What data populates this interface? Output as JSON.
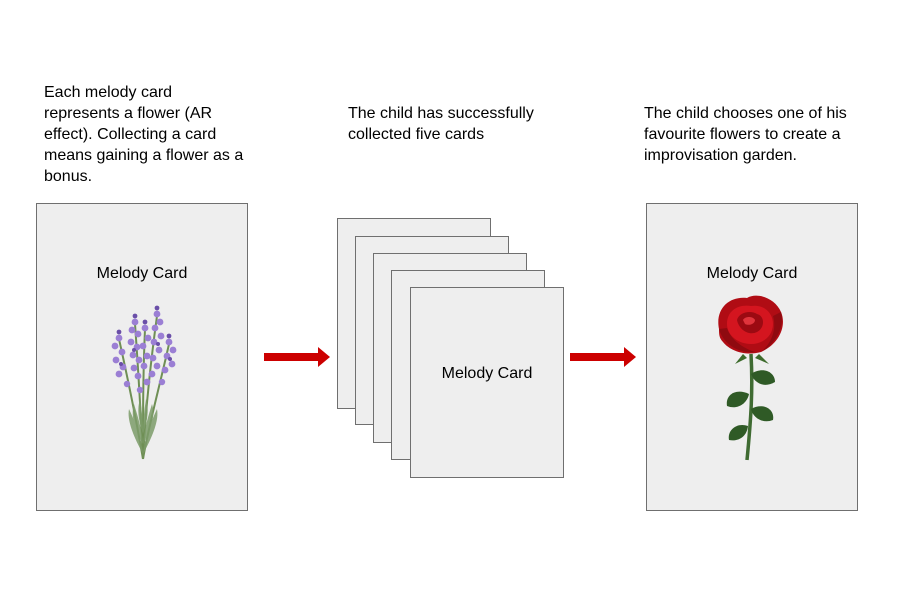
{
  "steps": [
    {
      "caption": "Each melody card represents a flower (AR effect). Collecting a card means gaining a flower as a bonus.",
      "card_label": "Melody Card",
      "flower_icon": "lavender-icon"
    },
    {
      "caption": "The child has successfully collected five cards",
      "card_label": "Melody Card",
      "stack_count": 5
    },
    {
      "caption": "The child chooses one of his favourite flowers to create a improvisation garden.",
      "card_label": "Melody Card",
      "flower_icon": "rose-icon"
    }
  ],
  "colors": {
    "card_fill": "#eeeeee",
    "card_border": "#6f6f6f",
    "arrow": "#cc0000",
    "lavender": "#9b7fd4",
    "rose": "#c8101a",
    "stem": "#3f6b32"
  }
}
